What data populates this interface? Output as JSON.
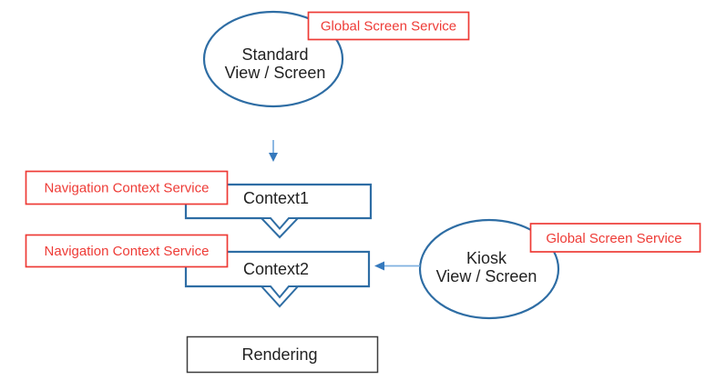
{
  "diagram": {
    "colors": {
      "shape_stroke": "#2e6da4",
      "service_border": "#ee3b36",
      "service_text": "#ee3b36",
      "arrow_line": "#7fb0e0",
      "arrow_head": "#3579bd",
      "rendering_border": "#3d3d3d",
      "node_text": "#222222"
    },
    "standard_node": {
      "line1": "Standard",
      "line2": "View / Screen"
    },
    "kiosk_node": {
      "line1": "Kiosk",
      "line2": "View / Screen"
    },
    "context1": {
      "label": "Context1"
    },
    "context2": {
      "label": "Context2"
    },
    "rendering": {
      "label": "Rendering"
    },
    "services": {
      "global_top": "Global Screen Service",
      "global_right": "Global Screen Service",
      "nav1": "Navigation Context Service",
      "nav2": "Navigation Context Service"
    }
  }
}
